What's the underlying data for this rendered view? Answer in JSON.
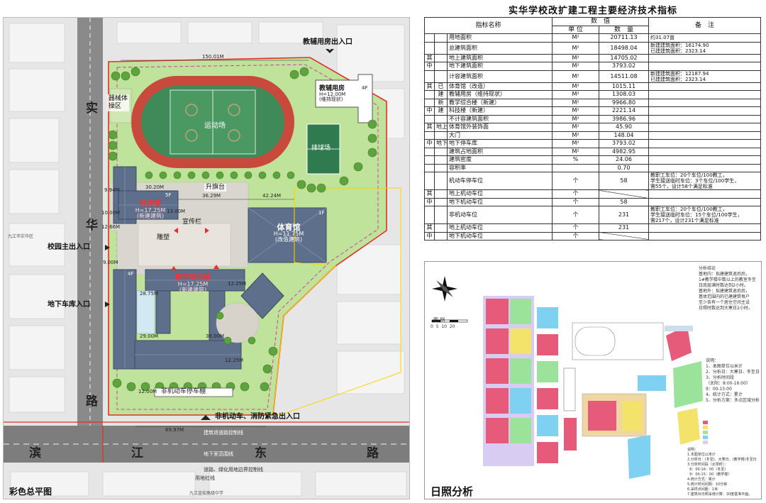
{
  "plan": {
    "corner_title": "彩色总平图",
    "road_west_chars": [
      "实",
      "华",
      "路"
    ],
    "road_south_chars": [
      "滨",
      "江",
      "东",
      "路"
    ],
    "entries": {
      "top": "教辅用房出入口",
      "main": "校园主出入口",
      "garage": "地下车库入口",
      "bottom": "非机动车、消防紧急出入口"
    },
    "buildings": {
      "fudao": {
        "name": "教辅用房",
        "height": "H=12.00M",
        "note": "(维持现状)",
        "floors": "4F"
      },
      "keji": {
        "name": "科技楼",
        "height": "H=17.25M",
        "note": "(新建建筑)",
        "floors": "5F"
      },
      "gym": {
        "name": "体育馆",
        "height": "H=11.75M",
        "note": "(改造建筑)",
        "floors": "1F"
      },
      "teaching": {
        "name": "教学综合楼",
        "height": "H=17.25M",
        "note": "(新建建筑)",
        "floors": "4F"
      }
    },
    "areas": {
      "field": "运动场",
      "volley": "排球场",
      "equipment": "器械体\n操区",
      "flagstage": "升旗台",
      "board": "宣传栏",
      "sculpture": "雕塑",
      "bike": "非机动车停车棚"
    },
    "dims": {
      "top": "150.01M",
      "d1": "30.20M",
      "d2": "36.29M",
      "d3": "42.24M",
      "d4": "13.00M",
      "d5": "28.75M",
      "d6": "29.00M",
      "d7": "38.00M",
      "d8": "12.00M",
      "d9": "69.97M",
      "d10": "9.94M",
      "d11": "10.00M",
      "d12": "12.66M",
      "d13": "9.00M",
      "d14": "12.25M",
      "d15": "12.25M"
    },
    "road_lines": [
      "建筑退道路控制线",
      "地下室范围线",
      "道路、绿化用地边界控制线",
      "用地红线"
    ],
    "bottom_note": "九江金安高级中学",
    "west_note": "九江市实华区"
  },
  "table": {
    "title": "实华学校改扩建工程主要经济技术指标",
    "header": {
      "col_name": "指标名称",
      "col_value": "数　值",
      "col_unit": "单 位",
      "col_qty": "数　量",
      "col_note": "备　注"
    },
    "rows": [
      {
        "g": "",
        "s": "",
        "name": "用地面积",
        "unit": "M²",
        "qty": "20711.13",
        "note": "约31.07亩"
      },
      {
        "g": "",
        "s": "",
        "name": "总建筑面积",
        "unit": "M²",
        "qty": "18498.04",
        "note": "新建建筑面积：16174.90\n已建建筑面积：2323.14"
      },
      {
        "g": "其",
        "s": "",
        "name": "地上建筑面积",
        "unit": "M²",
        "qty": "14705.02",
        "note": ""
      },
      {
        "g": "中",
        "s": "",
        "name": "地下建筑面积",
        "unit": "M²",
        "qty": "3793.02",
        "note": ""
      },
      {
        "g": "",
        "s": "",
        "name": "计容建筑面积",
        "unit": "M²",
        "qty": "14511.08",
        "note": "新建建筑面积：12187.94\n已建建筑面积：2323.14"
      },
      {
        "g": "其",
        "s": "已",
        "name": "体育馆（改造）",
        "unit": "M²",
        "qty": "1015.11",
        "note": ""
      },
      {
        "g": "",
        "s": "建",
        "name": "教辅用房（维持现状）",
        "unit": "M²",
        "qty": "1308.03",
        "note": ""
      },
      {
        "g": "",
        "s": "新",
        "name": "教学综合楼（新建）",
        "unit": "M²",
        "qty": "9966.80",
        "note": ""
      },
      {
        "g": "中",
        "s": "建",
        "name": "科技楼（新建）",
        "unit": "M²",
        "qty": "2221.14",
        "note": ""
      },
      {
        "g": "",
        "s": "",
        "name": "不计容建筑面积",
        "unit": "M²",
        "qty": "3986.96",
        "note": ""
      },
      {
        "g": "其",
        "s": "地上",
        "name": "体育馆外装饰面",
        "unit": "M²",
        "qty": "45.90",
        "note": ""
      },
      {
        "g": "",
        "s": "",
        "name": "大门",
        "unit": "M²",
        "qty": "148.04",
        "note": ""
      },
      {
        "g": "中",
        "s": "地下",
        "name": "地下停车库",
        "unit": "M²",
        "qty": "3793.02",
        "note": ""
      },
      {
        "g": "",
        "s": "",
        "name": "建筑占地面积",
        "unit": "M²",
        "qty": "4982.95",
        "note": ""
      },
      {
        "g": "",
        "s": "",
        "name": "建筑密度",
        "unit": "%",
        "qty": "24.06",
        "note": ""
      },
      {
        "g": "",
        "s": "",
        "name": "容积率",
        "unit": "",
        "qty": "0.70",
        "note": ""
      },
      {
        "g": "",
        "s": "",
        "name": "机动车停车位",
        "unit": "个",
        "qty": "58",
        "note": "教职工车位：20个车位/100教工，\n学生接送临时车位：3个车位/100学生，\n需55个，设计58个满足标准"
      },
      {
        "g": "其",
        "s": "",
        "name": "地上机动车位",
        "unit": "个",
        "qty": "",
        "note": ""
      },
      {
        "g": "中",
        "s": "",
        "name": "地下机动车位",
        "unit": "个",
        "qty": "58",
        "note": ""
      },
      {
        "g": "",
        "s": "",
        "name": "非机动车位",
        "unit": "个",
        "qty": "231",
        "note": "教职工车位：20个车位/100教工，\n学生接送临时车位：15个车位/100学生，\n需217个，设计231个满足标准"
      },
      {
        "g": "其",
        "s": "",
        "name": "地上机动车位",
        "unit": "个",
        "qty": "231",
        "note": ""
      },
      {
        "g": "中",
        "s": "",
        "name": "地下机动车位",
        "unit": "个",
        "qty": "",
        "note": ""
      }
    ]
  },
  "sun": {
    "title": "日照分析",
    "legend_title": "图 例",
    "scale": "0  5  10  20",
    "notes_top": "分析结论\n基地内：拟建建筑退后后，\n1#教学楼中数以上的教室冬至\n日底层满时数达到2小时。\n基地外：拟建建筑退后后，\n基体范围内的已建建筑每户\n至少各有一个居住空间主设\n日照时数达到大寒日2小时。",
    "notes_right": "说明：\n1、本图单位以米计\n2、分析日：大寒日、冬至日\n3、分析时间段\n（太阳：8:00-16:00）\n9：00-15:00\n4、统计方式：累计\n5、分析方案：多点区域分析",
    "notes_bottom": "说明：\n1.本图单位以米计\n2.分析日：(冬至)、大寒日、(教学楼)冬至日\n3.分析时间段（太阳时）：\n  8：00-16：00（冬至）\n  9：00-15：00（教学楼）\n4.统计方式：累计\n5.统计时间间隔：10分钟\n6.采样点间距：1米\n7.建筑对日照采用计算：30度基准平面。"
  },
  "colors": {
    "field_red": "#c84a3c",
    "field_green": "#3f8a58",
    "roof": "#5e6f8c",
    "lawn": "#8fc76a",
    "road": "#5a5a5a",
    "red_line": "#e3302a",
    "magenta_line": "#d93aa8"
  }
}
